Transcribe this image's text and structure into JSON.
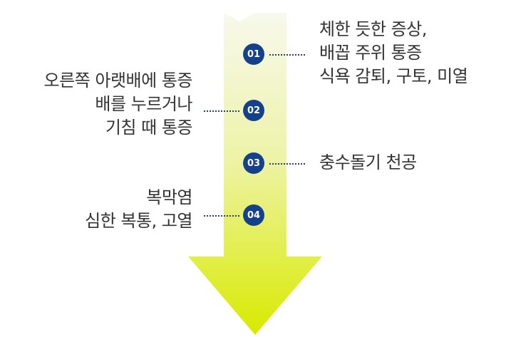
{
  "steps": [
    {
      "number": "01",
      "lines": [
        "체한 듯한 증상,",
        "배꼽 주위 통증",
        "식욕 감퇴, 구토, 미열"
      ]
    },
    {
      "number": "02",
      "lines": [
        "오른쪽 아랫배에 통증",
        "배를 누르거나",
        "기침 때 통증"
      ]
    },
    {
      "number": "03",
      "lines": [
        "충수돌기 천공"
      ]
    },
    {
      "number": "04",
      "lines": [
        "복막염",
        "심한 복통, 고열"
      ]
    }
  ],
  "colors": {
    "badge": "#15418c",
    "arrow_top": "#f5f8e4",
    "arrow_bottom": "#d9ea00",
    "dots": "#1f3f7a",
    "text": "#333333"
  }
}
